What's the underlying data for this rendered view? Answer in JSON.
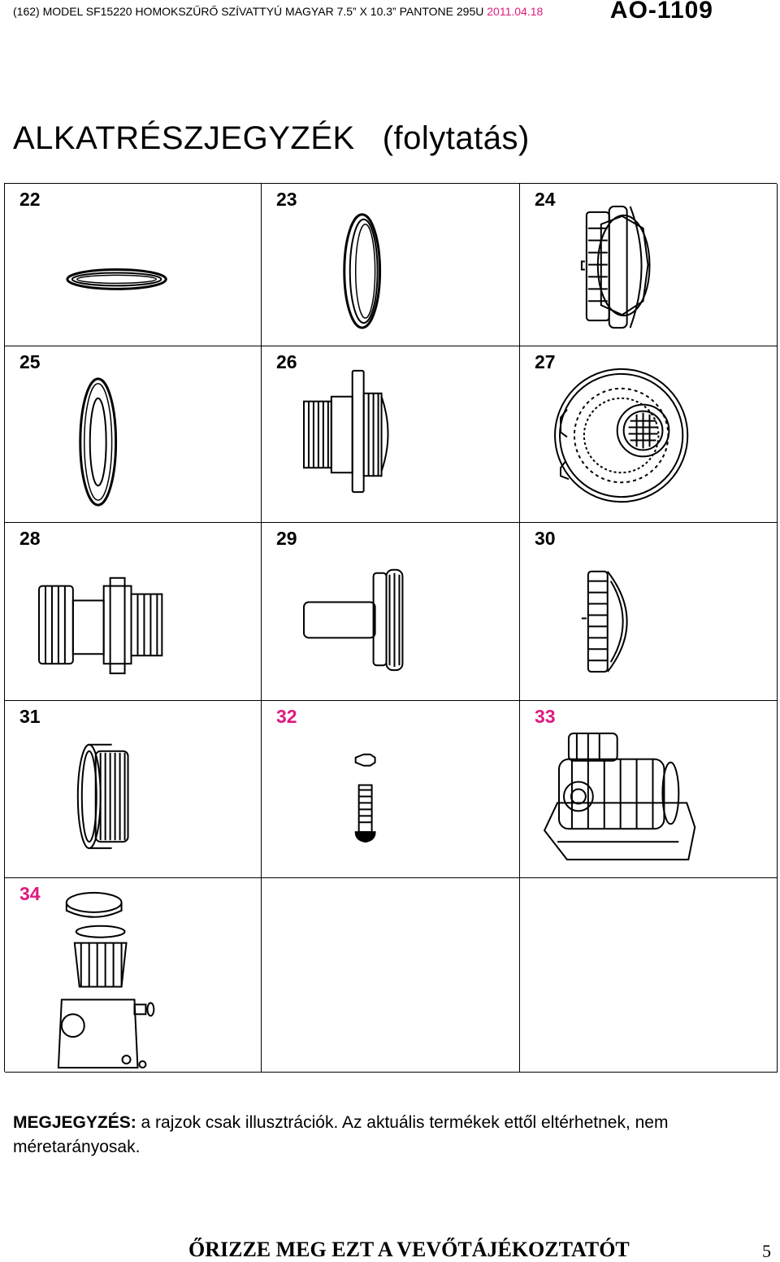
{
  "header": {
    "model_line": "(162) MODEL SF15220 HOMOKSZŰRŐ SZÍVATTYÚ MAGYAR  7.5” X 10.3” PANTONE 295U ",
    "date": "2011.04.18",
    "code": "AO-1109"
  },
  "title": {
    "main": "ALKATRÉSZJEGYZÉK",
    "sub": "(folytatás)"
  },
  "parts": [
    {
      "number": "22",
      "icon": "o-ring-flat"
    },
    {
      "number": "23",
      "icon": "o-ring-tilted"
    },
    {
      "number": "24",
      "icon": "nut-side"
    },
    {
      "number": "25",
      "icon": "flat-washer"
    },
    {
      "number": "26",
      "icon": "threaded-connector"
    },
    {
      "number": "27",
      "icon": "strainer-grid"
    },
    {
      "number": "28",
      "icon": "adapter-fitting"
    },
    {
      "number": "29",
      "icon": "plunger-plug"
    },
    {
      "number": "30",
      "icon": "cap-side"
    },
    {
      "number": "31",
      "icon": "threaded-nut"
    },
    {
      "number": "32",
      "icon": "bolt-and-nut"
    },
    {
      "number": "33",
      "icon": "pump-motor"
    },
    {
      "number": "34",
      "icon": "strainer-housing-assembly"
    },
    {
      "number": "",
      "icon": ""
    },
    {
      "number": "",
      "icon": ""
    }
  ],
  "pink_numbers": [
    "32",
    "33",
    "34"
  ],
  "colors": {
    "accent": "#e0197d"
  },
  "note": {
    "label": "MEGJEGYZÉS:",
    "text": " a rajzok csak illusztrációk. Az aktuális termékek ettől eltérhetnek, nem méretarányosak."
  },
  "footer": {
    "text": "ŐRIZZE MEG EZT A VEVŐTÁJÉKOZTATÓT",
    "page": "5"
  }
}
